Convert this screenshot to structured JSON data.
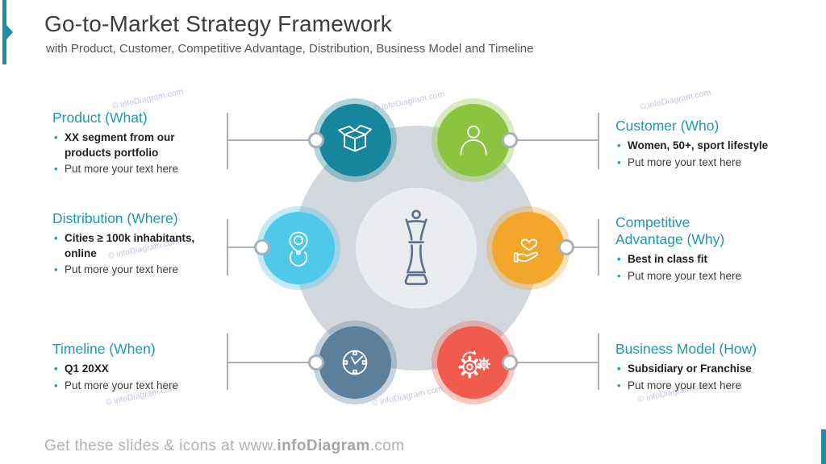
{
  "slide": {
    "title": "Go-to-Market Strategy Framework",
    "subtitle": "with Product, Customer, Competitive Advantage, Distribution, Business Model and Timeline",
    "watermark": "© infoDiagram.com",
    "footer": {
      "prefix": "Get these slides & icons at www.",
      "brand": "infoDiagram",
      "suffix": ".com"
    }
  },
  "colors": {
    "accent_teal": "#1E8CA6",
    "heading_teal": "#2196B2",
    "title_text": "#3D3D3D",
    "body_text": "#3D3D3D",
    "connector_gray": "#A8B0BA",
    "outer_circle_gray": "#D3D7DE",
    "inner_circle_gray": "#EAECF0",
    "chess_stroke": "#5E7191",
    "footer_gray": "#B1B1B1"
  },
  "center": {
    "icon": "chess-king-icon"
  },
  "sections": [
    {
      "id": "product",
      "heading": "Product (What)",
      "icon": "open-box-icon",
      "color": "#17859B",
      "bullets": [
        {
          "text": "XX segment from our products portfolio",
          "bold": true
        },
        {
          "text": "Put more your text here",
          "bold": false
        }
      ]
    },
    {
      "id": "customer",
      "heading": "Customer (Who)",
      "icon": "person-icon",
      "color": "#8BC540",
      "bullets": [
        {
          "text": "Women, 50+, sport lifestyle",
          "bold": true
        },
        {
          "text": "Put more your text here",
          "bold": false
        }
      ]
    },
    {
      "id": "distribution",
      "heading": "Distribution (Where)",
      "icon": "location-pin-icon",
      "color": "#4EC9E9",
      "bullets": [
        {
          "text": "Cities ≥ 100k inhabitants, online",
          "bold": true
        },
        {
          "text": "Put more your text here",
          "bold": false
        }
      ]
    },
    {
      "id": "competitive-advantage",
      "heading": "Competitive Advantage (Why)",
      "icon": "hand-heart-icon",
      "color": "#F2A72B",
      "bullets": [
        {
          "text": "Best in class fit",
          "bold": true
        },
        {
          "text": "Put more your text here",
          "bold": false
        }
      ]
    },
    {
      "id": "timeline",
      "heading": "Timeline (When)",
      "icon": "clock-icon",
      "color": "#5C809B",
      "bullets": [
        {
          "text": "Q1 20XX",
          "bold": true
        },
        {
          "text": "Put more your text here",
          "bold": false
        }
      ]
    },
    {
      "id": "business-model",
      "heading": "Business Model (How)",
      "icon": "gears-icon",
      "color": "#F05B4E",
      "bullets": [
        {
          "text": "Subsidiary or Franchise",
          "bold": true
        },
        {
          "text": "Put more your text here",
          "bold": false
        }
      ]
    }
  ]
}
